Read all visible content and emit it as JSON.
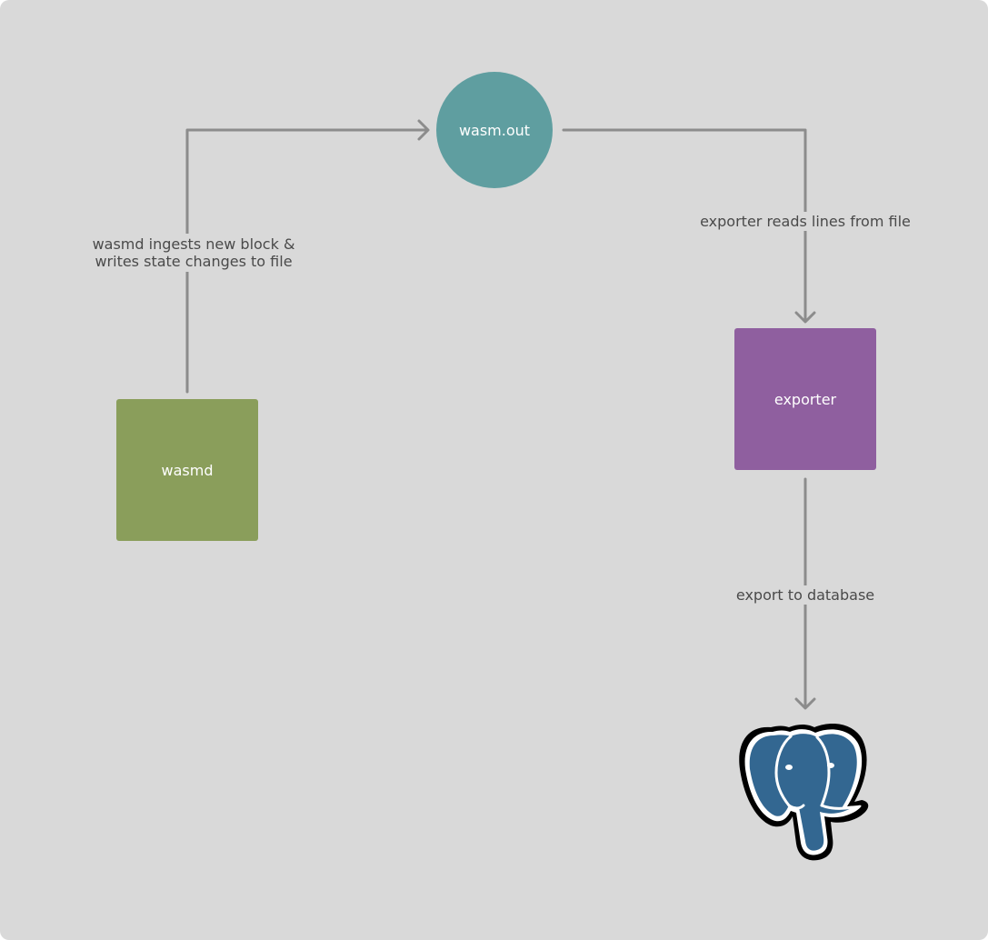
{
  "nodes": {
    "wasm_out": "wasm.out",
    "wasmd": "wasmd",
    "exporter": "exporter",
    "database_icon": "postgresql-elephant-icon"
  },
  "edges": {
    "wasmd_to_file_line1": "wasmd ingests new block &",
    "wasmd_to_file_line2": "writes state changes to file",
    "file_to_exporter": "exporter reads lines from file",
    "exporter_to_db": "export to database"
  },
  "colors": {
    "background": "#d9d9d9",
    "wasm_out": "#5f9ea0",
    "wasmd": "#8a9e5b",
    "exporter": "#8f5f9f",
    "connector": "#8c8c8c",
    "postgres_blue": "#336791"
  }
}
